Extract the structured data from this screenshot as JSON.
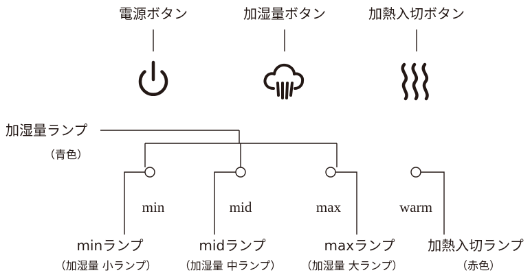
{
  "colors": {
    "line": "#231815",
    "background": "#ffffff"
  },
  "buttons": {
    "power": {
      "label": "電源ボタン",
      "icon": "power-icon"
    },
    "humidify": {
      "label": "加湿量ボタン",
      "icon": "cloud-mist-icon"
    },
    "heat": {
      "label": "加熱入切ボタン",
      "icon": "heat-waves-icon"
    }
  },
  "lamp_group": {
    "label": "加湿量ランプ",
    "note": "（青色）"
  },
  "lamps": {
    "min": {
      "panel_text": "min",
      "label": "minランプ",
      "sub": "（加湿量 小ランプ）"
    },
    "mid": {
      "panel_text": "mid",
      "label": "midランプ",
      "sub": "（加湿量 中ランプ）"
    },
    "max": {
      "panel_text": "max",
      "label": "maxランプ",
      "sub": "（加湿量 大ランプ）"
    },
    "warm": {
      "panel_text": "warm",
      "label": "加熱入切ランプ",
      "sub": "（赤色）"
    }
  }
}
